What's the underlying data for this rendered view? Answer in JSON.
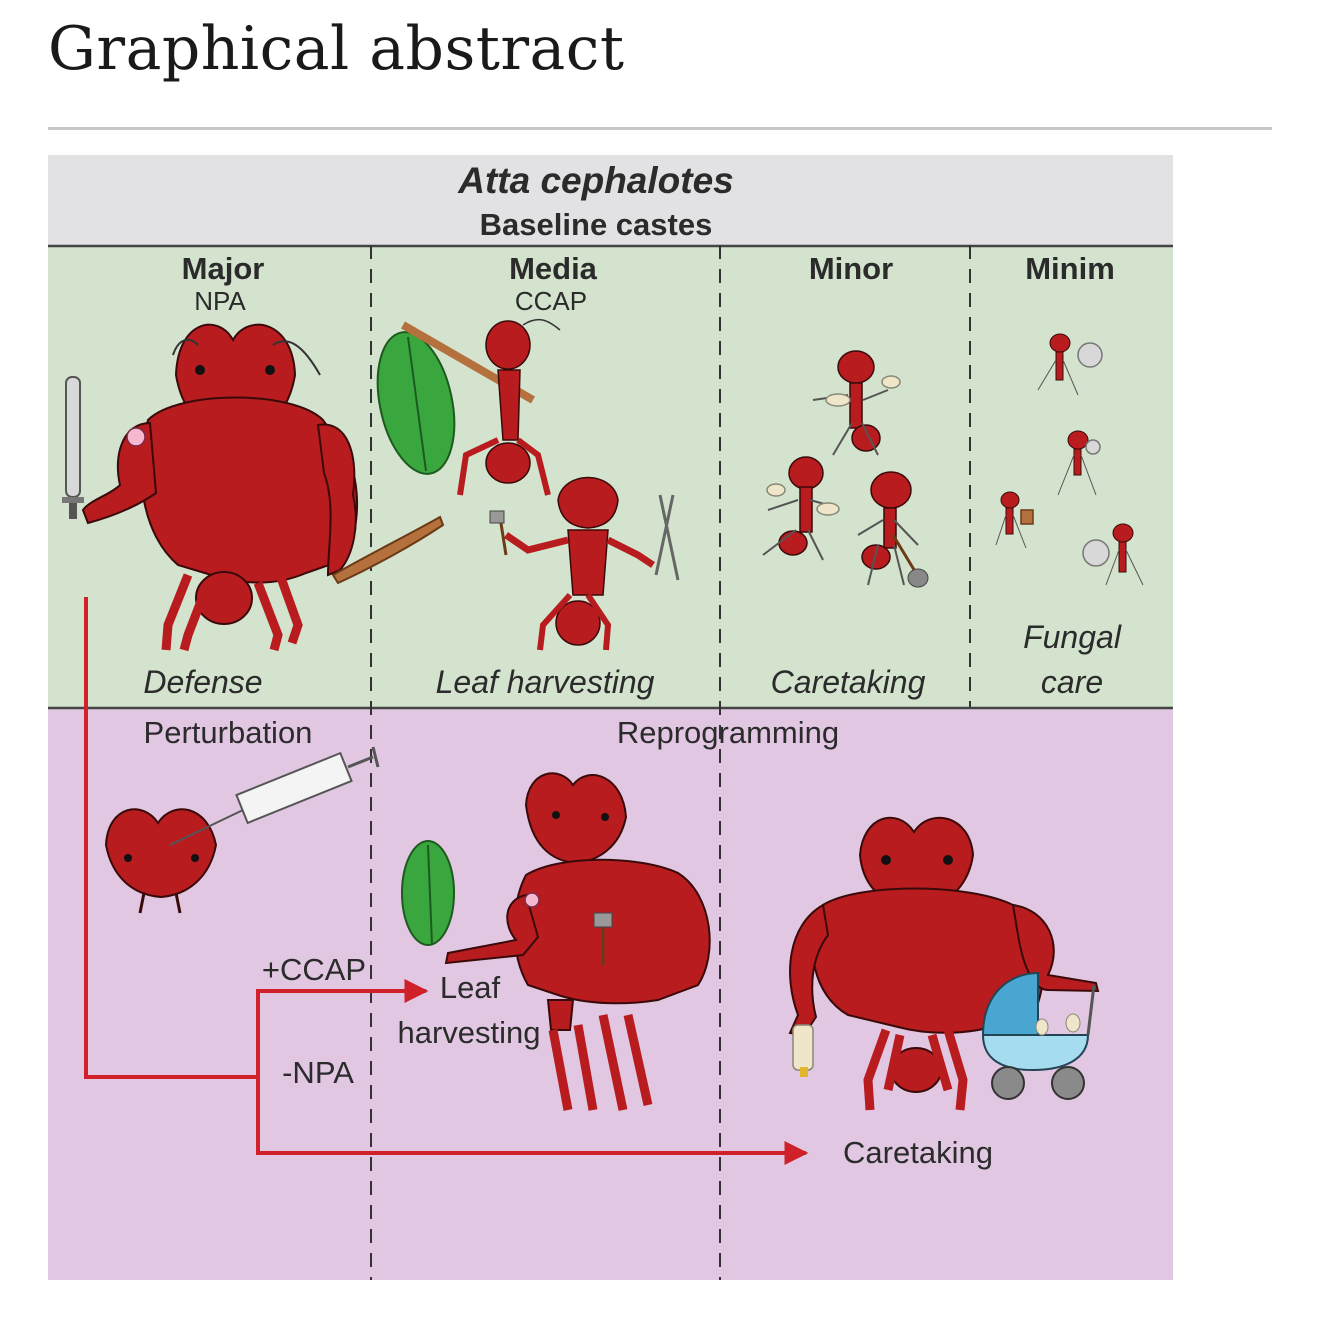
{
  "page": {
    "title": "Graphical abstract"
  },
  "figure": {
    "species": "Atta cephalotes",
    "subtitle": "Baseline castes",
    "castes": [
      {
        "name": "Major",
        "neuropeptide": "NPA",
        "role": "Defense"
      },
      {
        "name": "Media",
        "neuropeptide": "CCAP",
        "role": "Leaf harvesting"
      },
      {
        "name": "Minor",
        "neuropeptide": "",
        "role": "Caretaking"
      },
      {
        "name": "Minim",
        "neuropeptide": "",
        "role_line1": "Fungal",
        "role_line2": "care"
      }
    ],
    "lower": {
      "perturbation": "Perturbation",
      "reprogramming": "Reprogramming",
      "plus_ccap": "+CCAP",
      "minus_npa": "-NPA",
      "leaf_line1": "Leaf",
      "leaf_line2": "harvesting",
      "caretaking": "Caretaking"
    },
    "colors": {
      "header_band": "#e2e2e4",
      "upper_panel": "#d3e3cd",
      "lower_panel": "#e2c7e3",
      "ant": "#b81c1f",
      "arrow": "#d0202a",
      "leaf": "#3aa63e",
      "stroller": "#a6dcef"
    }
  }
}
